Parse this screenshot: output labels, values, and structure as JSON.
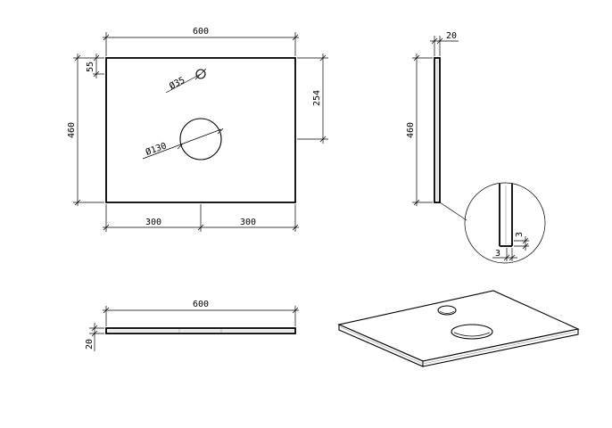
{
  "drawing": {
    "top_view": {
      "width_label": "600",
      "height_label": "460",
      "small_hole_offset_top_label": "55",
      "large_hole_offset_label": "254",
      "small_hole_label": "Ø35",
      "large_hole_label": "Ø130",
      "half_left_label": "300",
      "half_right_label": "300"
    },
    "side_view": {
      "thickness_label": "20",
      "height_label": "460",
      "detail_chamfer_vertical_label": "3",
      "detail_chamfer_horizontal_label": "3"
    },
    "front_view": {
      "width_label": "600",
      "thickness_label": "20"
    }
  }
}
